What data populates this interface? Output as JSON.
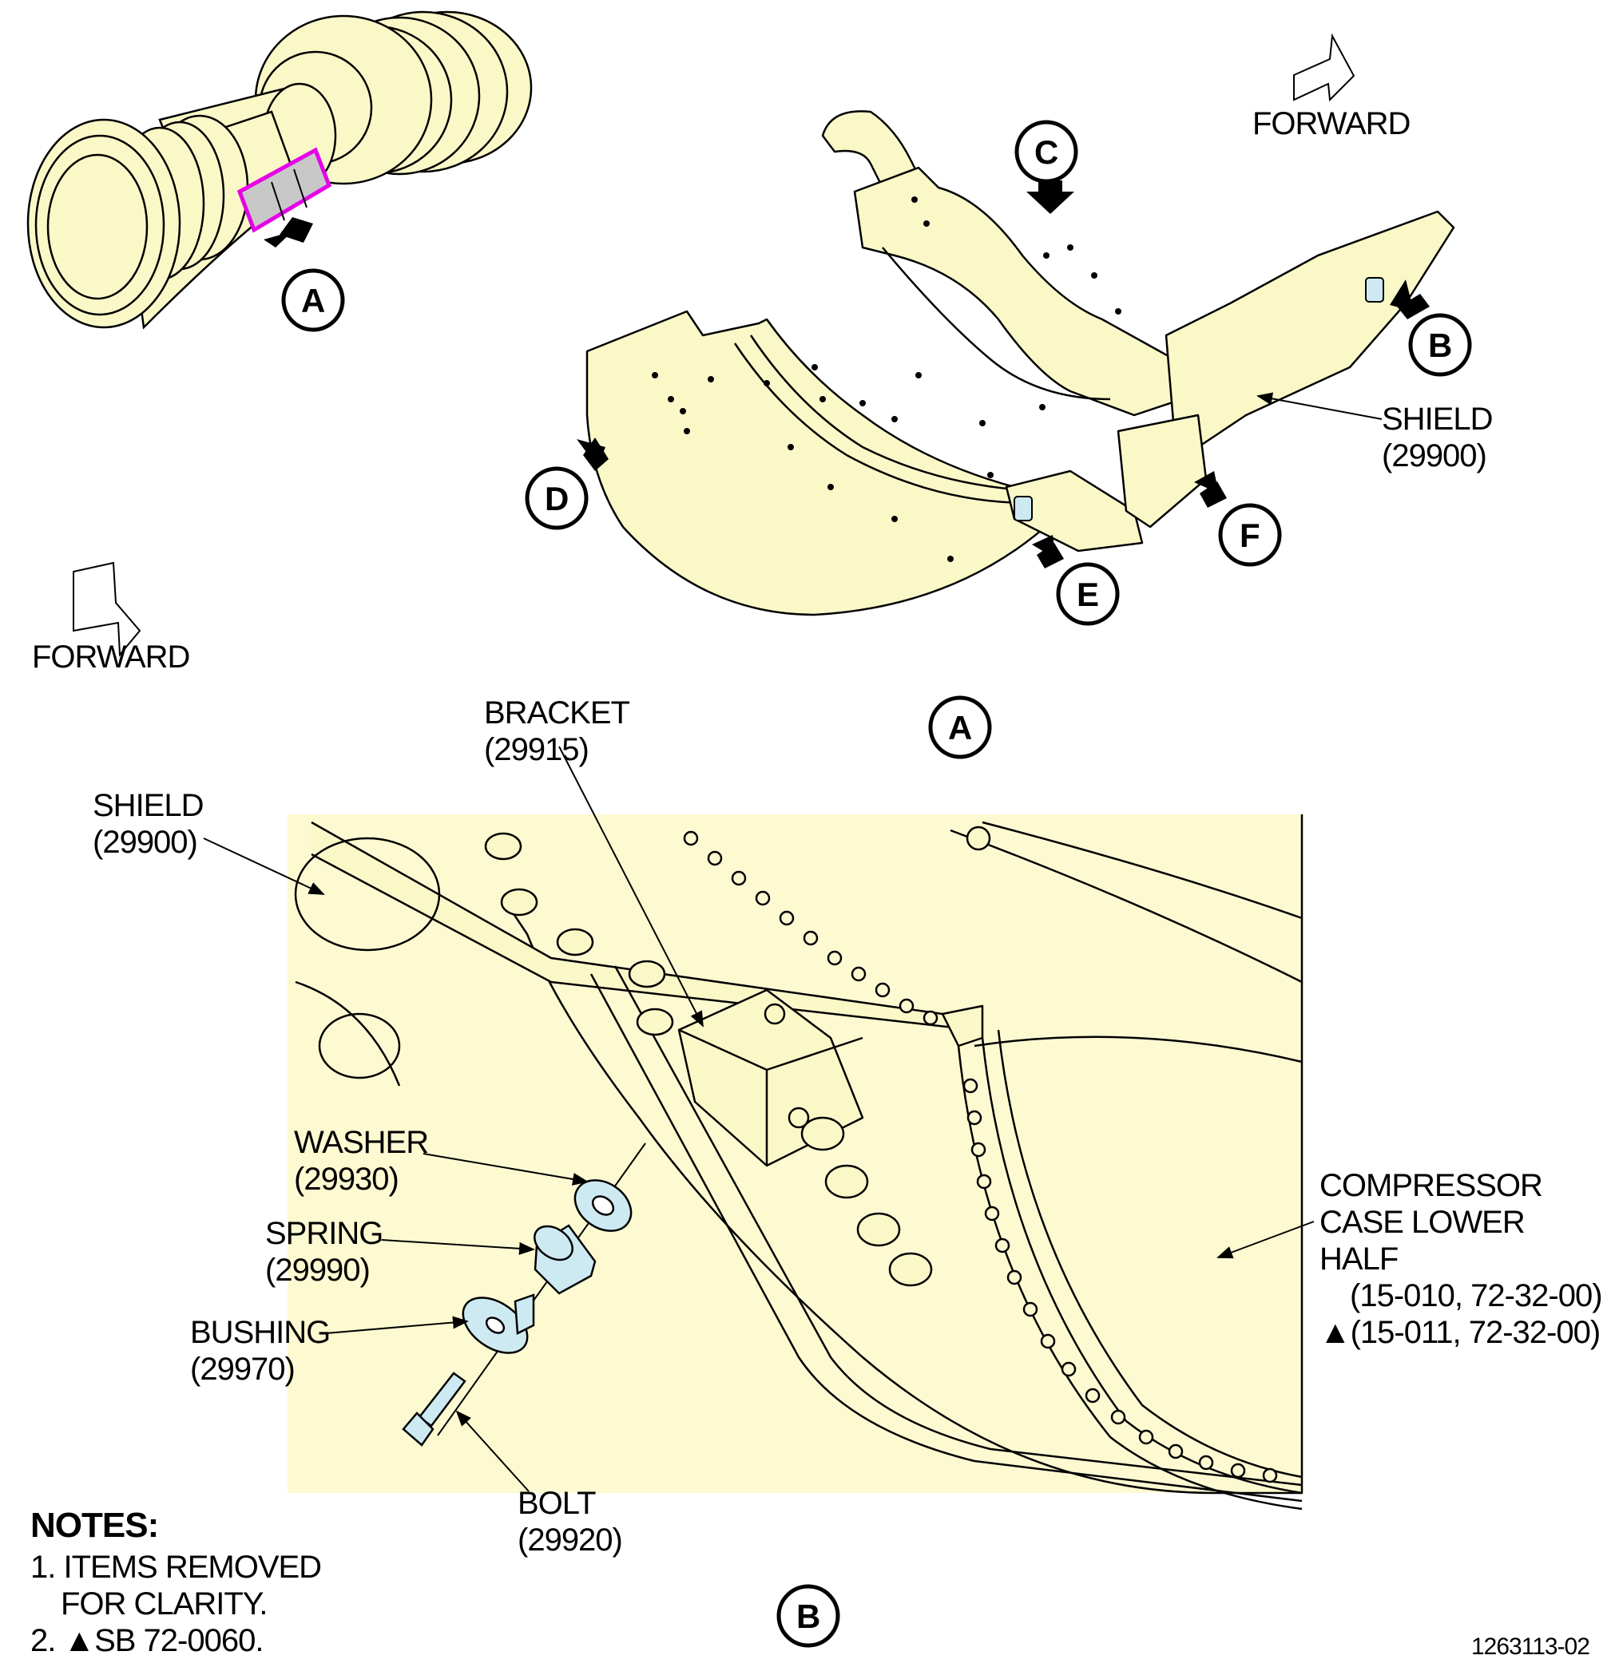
{
  "view_a": {
    "view_label": "A",
    "forward_labels": [
      "FORWARD",
      "FORWARD"
    ],
    "arrow_callouts": [
      "A",
      "B",
      "C",
      "D",
      "E",
      "F"
    ],
    "shield": {
      "name": "SHIELD",
      "part": "(29900)"
    }
  },
  "view_b": {
    "view_label": "B",
    "bracket": {
      "name": "BRACKET",
      "part": "(29915)"
    },
    "shield": {
      "name": "SHIELD",
      "part": "(29900)"
    },
    "washer": {
      "name": "WASHER",
      "part": "(29930)"
    },
    "spring": {
      "name": "SPRING",
      "part": "(29990)"
    },
    "bushing": {
      "name": "BUSHING",
      "part": "(29970)"
    },
    "bolt": {
      "name": "BOLT",
      "part": "(29920)"
    },
    "compressor_case": {
      "line1": "COMPRESSOR",
      "line2": "CASE LOWER",
      "line3": "HALF",
      "ref1": "(15-010, 72-32-00)",
      "ref2": "(15-011, 72-32-00)",
      "ref2_marker": "▲"
    }
  },
  "notes": {
    "title": "NOTES:",
    "item1_line1": "1. ITEMS REMOVED",
    "item1_line2": "FOR CLARITY.",
    "item2_prefix": "2.",
    "item2_marker": "▲",
    "item2_text": "SB 72-0060."
  },
  "document_number": "1263113-02",
  "colors": {
    "part_fill": "#fbf8c8",
    "detail_fill": "#fdfad2",
    "highlight_magenta": "#e600e6",
    "hardware_fill": "#cdeaf2",
    "line": "#000000"
  }
}
